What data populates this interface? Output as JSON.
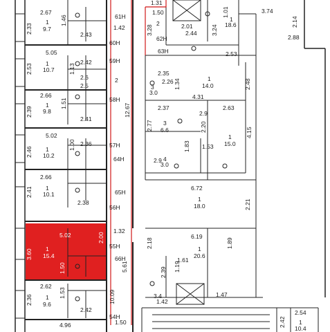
{
  "highlight_color": "#e02020",
  "wall_color": "#222222",
  "boundary_color": "#d01818",
  "labels": {
    "a1": "2.67",
    "a2": "1",
    "a3": "9.7",
    "a4": "1.46",
    "a5": "2.43",
    "a6": "2.33",
    "b1": "5.05",
    "b2": "1",
    "b3": "10.7",
    "b4": "2.53",
    "b5": "1.13",
    "b6": "2.42",
    "b7": "2.6",
    "b8": "2.5",
    "c1": "2.66",
    "c2": "1",
    "c3": "9.8",
    "c4": "1.51",
    "c5": "2.39",
    "c6": "2.41",
    "d1": "5.02",
    "d2": "1",
    "d3": "10.2",
    "d4": "2.46",
    "d5": "1.00",
    "d6": "2.36",
    "e1": "2.66",
    "e2": "1",
    "e3": "10.1",
    "e4": "2.41",
    "e5": "2.38",
    "f1": "5.02",
    "f2": "1",
    "f3": "15.4",
    "f4": "3.60",
    "f5": "2.00",
    "f6": "1.50",
    "g1": "2.62",
    "g2": "1",
    "g3": "9.6",
    "g4": "2.36",
    "g5": "1.53",
    "g6": "2.42",
    "g7": "4.96",
    "cor1": "61H",
    "cor2": "1.42",
    "cor3": "60H",
    "cor4": "59H",
    "cor5": "2",
    "cor6": "58H",
    "cor7": "12.67",
    "cor8": "57H",
    "cor9": "64H",
    "cor10": "65H",
    "cor11": "56H",
    "cor12": "1.32",
    "cor13": "55H",
    "cor14": "66H",
    "cor15": "5.61",
    "cor16": "10.09",
    "cor17": "54H",
    "cor18": "1.50",
    "t1": "1.31",
    "t2": "1.50",
    "t3": "2",
    "t4": "1.01",
    "t5": "3.74",
    "t6": "2.14",
    "t7": "2.88",
    "t8": "3.28",
    "t9": "2.01",
    "t10": "2.44",
    "t11": "3.24",
    "t12": "1",
    "t13": "18.6",
    "t14": "62H",
    "t15": "63H",
    "t16": "2.53",
    "m1": "2.35",
    "m2": "2.26",
    "m3": "3",
    "m4": "3.0",
    "m5": "1.34",
    "m6": "1",
    "m7": "14.0",
    "m8": "2.48",
    "m9": "4.31",
    "n1": "2.37",
    "n2": "2.63",
    "n3": "2.77",
    "n4": "3",
    "n5": "6.6",
    "n6": "2.20",
    "n7": "2.9",
    "n8": "1",
    "n9": "15.0",
    "n10": "4.15",
    "n11": "1.83",
    "n12": "1.53",
    "n13": "2.9",
    "n14": "4",
    "n15": "3.0",
    "p1": "6.72",
    "p2": "1",
    "p3": "18.0",
    "p4": "2.21",
    "q1": "6.19",
    "q2": "1",
    "q3": "20.6",
    "q4": "2.18",
    "q5": "1.89",
    "q6": "1.61",
    "q7": "1.19",
    "q8": "2.39",
    "q9": "1.47",
    "q10": "3.4",
    "q11": "1.42",
    "r1": "2.54",
    "r2": "2.42",
    "r3": "1",
    "r4": "10.4"
  }
}
